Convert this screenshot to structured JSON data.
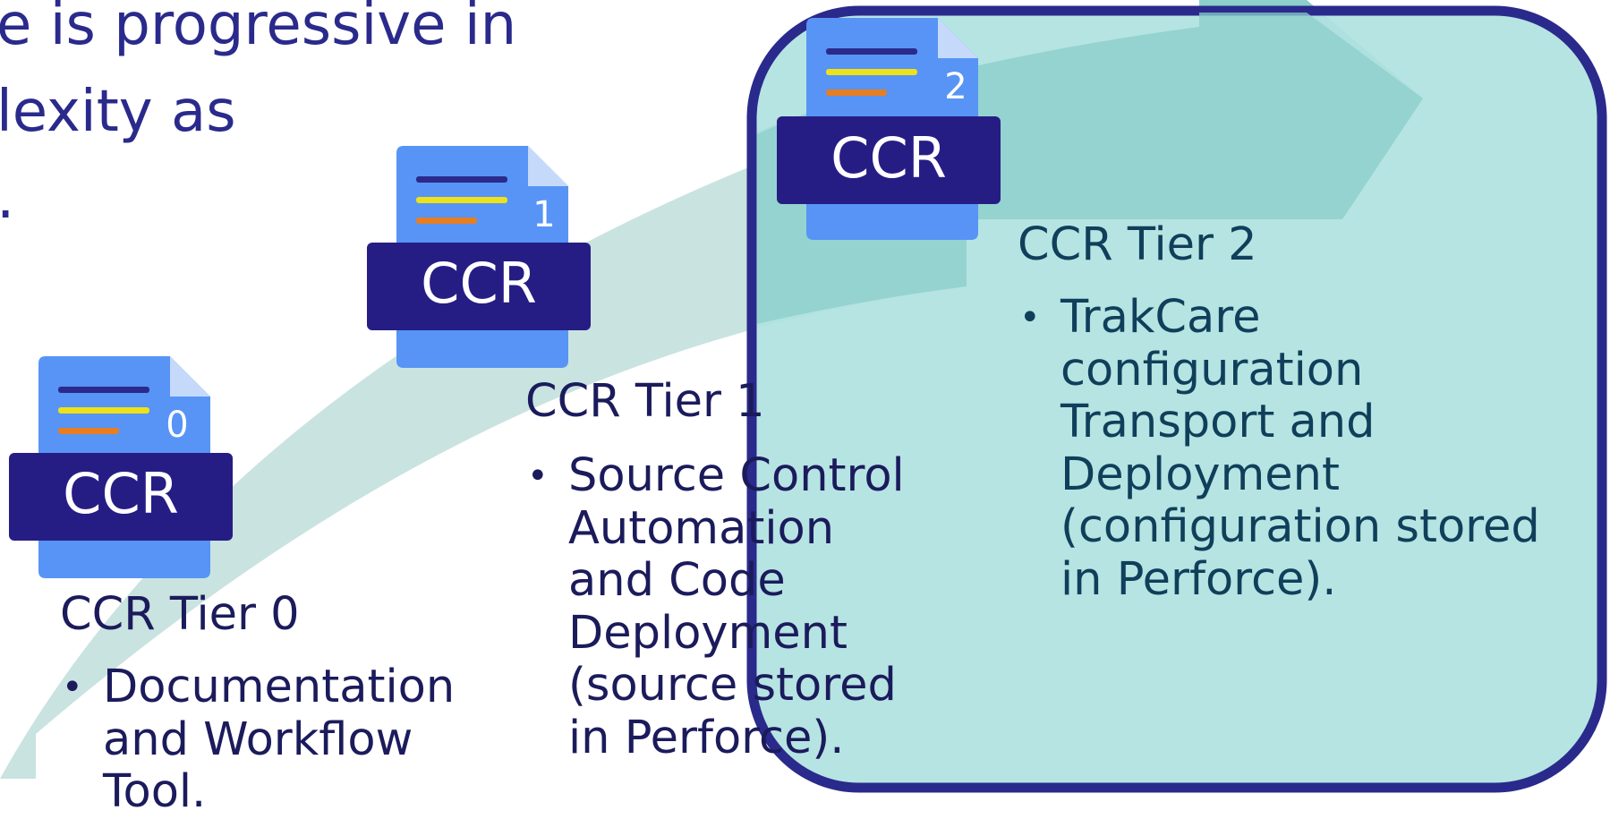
{
  "colors": {
    "heading_text": "#2a2a8c",
    "body_text": "#1b1b5c",
    "tier2_text": "#0f3f5a",
    "arrow_fill": "#c9e3e0",
    "arrow_head_fill": "#8ccfcb",
    "callout_fill": "#b0e2e0",
    "callout_border": "#2a2a8c",
    "doc_body": "#5794f5",
    "doc_fold": "#c5dafa",
    "doc_banner": "#261d84",
    "line_navy": "#2a2a8c",
    "line_yellow": "#ede21a",
    "line_orange": "#e67e22"
  },
  "heading_lines": [
    "e is progressive in",
    "lexity as",
    "."
  ],
  "docs": [
    {
      "banner": "CCR",
      "number": "0",
      "icon": "document-icon"
    },
    {
      "banner": "CCR",
      "number": "1",
      "icon": "document-icon"
    },
    {
      "banner": "CCR",
      "number": "2",
      "icon": "document-icon"
    }
  ],
  "tiers": [
    {
      "title": "CCR Tier 0",
      "bullet_lines": [
        "Documentation",
        "and Workflow",
        "Tool."
      ]
    },
    {
      "title": "CCR Tier 1",
      "bullet_lines": [
        "Source Control",
        "Automation",
        "and Code",
        "Deployment",
        "(source stored",
        "in Perforce)."
      ]
    },
    {
      "title": "CCR Tier 2",
      "bullet_lines": [
        "TrakCare",
        "configuration",
        "Transport and",
        "Deployment",
        "(configuration stored",
        "in Perforce)."
      ]
    }
  ],
  "bullet_glyph": "•"
}
